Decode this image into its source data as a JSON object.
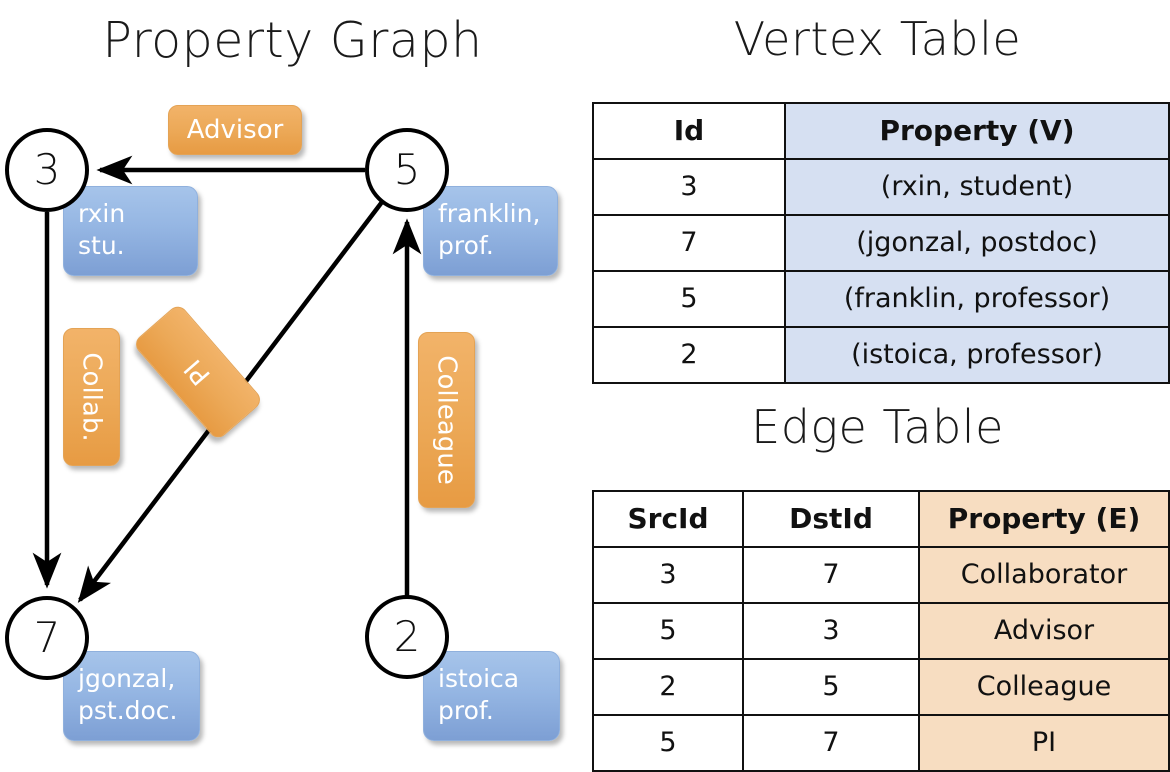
{
  "titles": {
    "property_graph": "Property Graph",
    "vertex_table": "Vertex Table",
    "edge_table": "Edge Table"
  },
  "colors": {
    "vertex_property_fill": "#d6e0f2",
    "edge_property_fill": "#f7ddc1",
    "node_property_box": "#95b6e3",
    "edge_label_box": "#eca958",
    "stroke": "#111111",
    "background": "#ffffff"
  },
  "graph": {
    "nodes": [
      {
        "id": "3",
        "property_line1": "rxin",
        "property_line2": "stu."
      },
      {
        "id": "5",
        "property_line1": "franklin,",
        "property_line2": "prof."
      },
      {
        "id": "7",
        "property_line1": "jgonzal,",
        "property_line2": "pst.doc."
      },
      {
        "id": "2",
        "property_line1": "istoica",
        "property_line2": "prof."
      }
    ],
    "edge_labels": [
      {
        "name": "advisor",
        "text": "Advisor"
      },
      {
        "name": "collab",
        "text": "Collab."
      },
      {
        "name": "pi",
        "text": "PI"
      },
      {
        "name": "colleague",
        "text": "Colleague"
      }
    ],
    "edges": [
      {
        "from": "5",
        "to": "3",
        "label": "Advisor"
      },
      {
        "from": "3",
        "to": "7",
        "label": "Collab."
      },
      {
        "from": "5",
        "to": "7",
        "label": "PI"
      },
      {
        "from": "2",
        "to": "5",
        "label": "Colleague"
      }
    ]
  },
  "vertex_table": {
    "headers": [
      "Id",
      "Property (V)"
    ],
    "rows": [
      {
        "id": "3",
        "property": "(rxin, student)"
      },
      {
        "id": "7",
        "property": "(jgonzal, postdoc)"
      },
      {
        "id": "5",
        "property": "(franklin, professor)"
      },
      {
        "id": "2",
        "property": "(istoica, professor)"
      }
    ]
  },
  "edge_table": {
    "headers": [
      "SrcId",
      "DstId",
      "Property (E)"
    ],
    "rows": [
      {
        "src": "3",
        "dst": "7",
        "property": "Collaborator"
      },
      {
        "src": "5",
        "dst": "3",
        "property": "Advisor"
      },
      {
        "src": "2",
        "dst": "5",
        "property": "Colleague"
      },
      {
        "src": "5",
        "dst": "7",
        "property": "PI"
      }
    ]
  }
}
